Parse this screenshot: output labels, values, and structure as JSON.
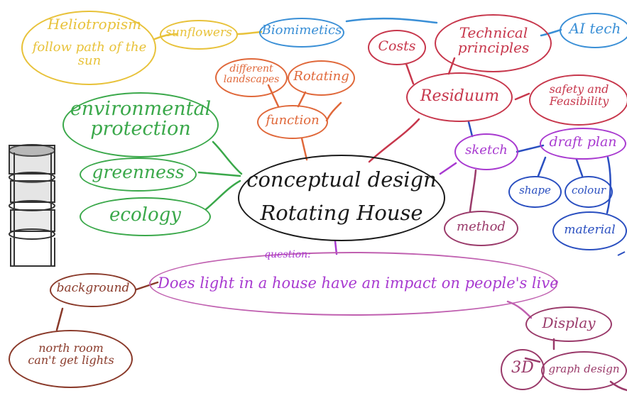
{
  "center": {
    "line1": "conceptual design",
    "line2": "Rotating House",
    "color": "#1a1a1a"
  },
  "colors": {
    "yellow": "#e8c23a",
    "blue": "#3a8fd6",
    "red": "#c7374c",
    "orange": "#e0683a",
    "green": "#3aa84a",
    "purple": "#a83ad0",
    "navy": "#2a4fc0",
    "brown": "#8a3a2a",
    "plum": "#9a3a6a",
    "pink": "#c060b0"
  },
  "nodes": {
    "heliotropism": "Heliotropism",
    "follow_sun": "follow path of the\nsun",
    "sunflowers": "sunflowers",
    "biomimetics": "Biomimetics",
    "costs": "Costs",
    "technical": "Technical\nprinciples",
    "ai_tech": "AI tech",
    "different_landscapes": "different\nlandscapes",
    "rotating": "Rotating",
    "function": "function",
    "residuum": "Residuum",
    "safety": "safety and\nFeasibility",
    "env_protection": "environmental\nprotection",
    "greenness": "greenness",
    "ecology": "ecology",
    "sketch": "sketch",
    "draft_plan": "draft plan",
    "shape": "shape",
    "colour": "colour",
    "material": "material",
    "method": "method",
    "question_label": "question:",
    "question": "Does light in a house have an impact on people's live",
    "background": "background",
    "north_room": "north room\ncan't get lights",
    "display": "Display",
    "three_d": "3D",
    "graph_design": "graph design"
  }
}
